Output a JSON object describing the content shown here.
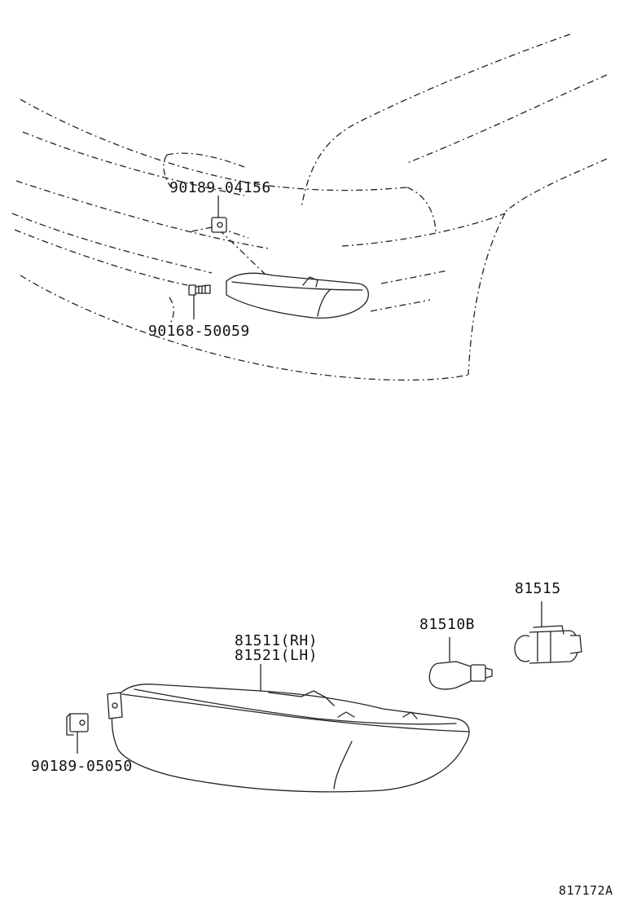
{
  "labels": {
    "clip_upper": "90189-04156",
    "screw": "90168-50059",
    "clip_lower": "90189-05050",
    "lamp_rh": "81511(RH)",
    "lamp_lh": "81521(LH)",
    "bulb": "81510B",
    "socket": "81515",
    "diagram_id": "817172A"
  }
}
